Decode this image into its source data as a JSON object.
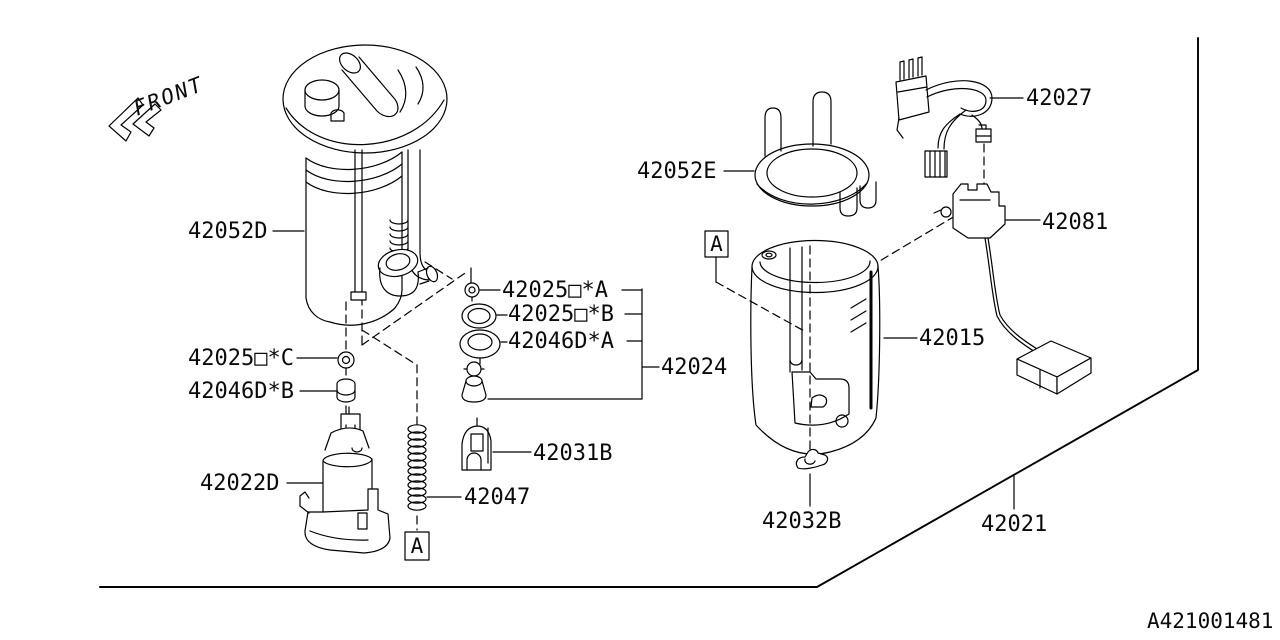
{
  "diagram": {
    "title_direction": {
      "front_label": "FRONT"
    },
    "marker": "A",
    "ref_code": "A421001481",
    "part_labels": {
      "pump_module": "42052D",
      "seal_c": "42025□*C",
      "cushion_b": "42046D*B",
      "fuel_pump": "42022D",
      "seal_a": "42025□*A",
      "seal_b": "42025□*B",
      "cushion_a": "42046D*A",
      "regulator_assembly": "42024",
      "filter": "42031B",
      "spring": "42047",
      "retainer": "42052E",
      "harness": "42027",
      "fuel_sender": "42081",
      "reservoir_cup": "42015",
      "clip": "42032B",
      "fuel_tank": "42021"
    }
  }
}
